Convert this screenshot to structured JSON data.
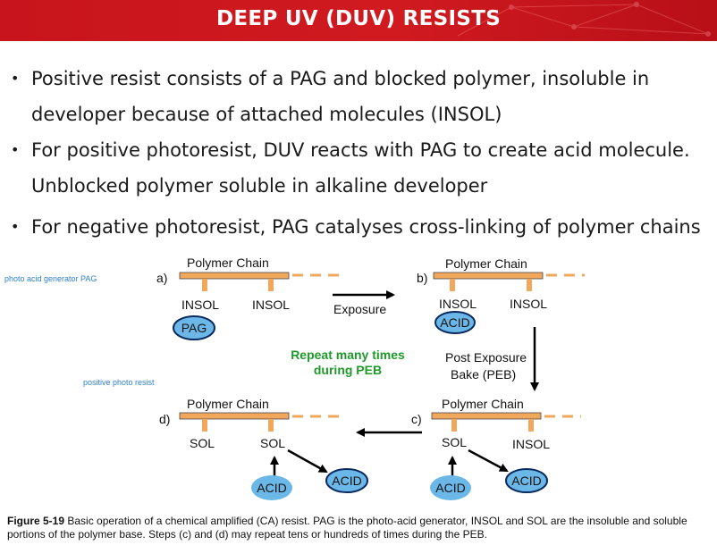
{
  "title": "DEEP UV (DUV) RESISTS",
  "bullets": [
    "Positive resist consists of a PAG and blocked polymer, insoluble in",
    "developer because of attached molecules (INSOL)",
    "For positive photoresist, DUV reacts with PAG to create acid molecule.",
    "Unblocked polymer soluble in alkaline developer",
    "For negative photoresist, PAG catalyses cross-linking of polymer chains"
  ],
  "side_notes": {
    "pag": "photo acid generator PAG",
    "positive": "positive photo resist"
  },
  "diagram": {
    "polymer_chain": "Polymer Chain",
    "step_a": "a)",
    "step_b": "b)",
    "step_c": "c)",
    "step_d": "d)",
    "insol": "INSOL",
    "sol": "SOL",
    "pag": "PAG",
    "acid": "ACID",
    "exposure": "Exposure",
    "peb_line1": "Post Exposure",
    "peb_line2": "Bake (PEB)",
    "repeat_line1": "Repeat many times",
    "repeat_line2": "during PEB"
  },
  "caption": {
    "label": "Figure 5-19",
    "text": " Basic operation of a chemical amplified (CA) resist. PAG is the photo-acid generator, INSOL and SOL are the insoluble and soluble portions of the polymer base. Steps (c) and (d) may repeat tens or hundreds of times during the PEB."
  },
  "colors": {
    "banner": "#c8141c",
    "chain": "#f2a85c",
    "bubble": "#6bb8e8",
    "green": "#1e9a2a"
  }
}
